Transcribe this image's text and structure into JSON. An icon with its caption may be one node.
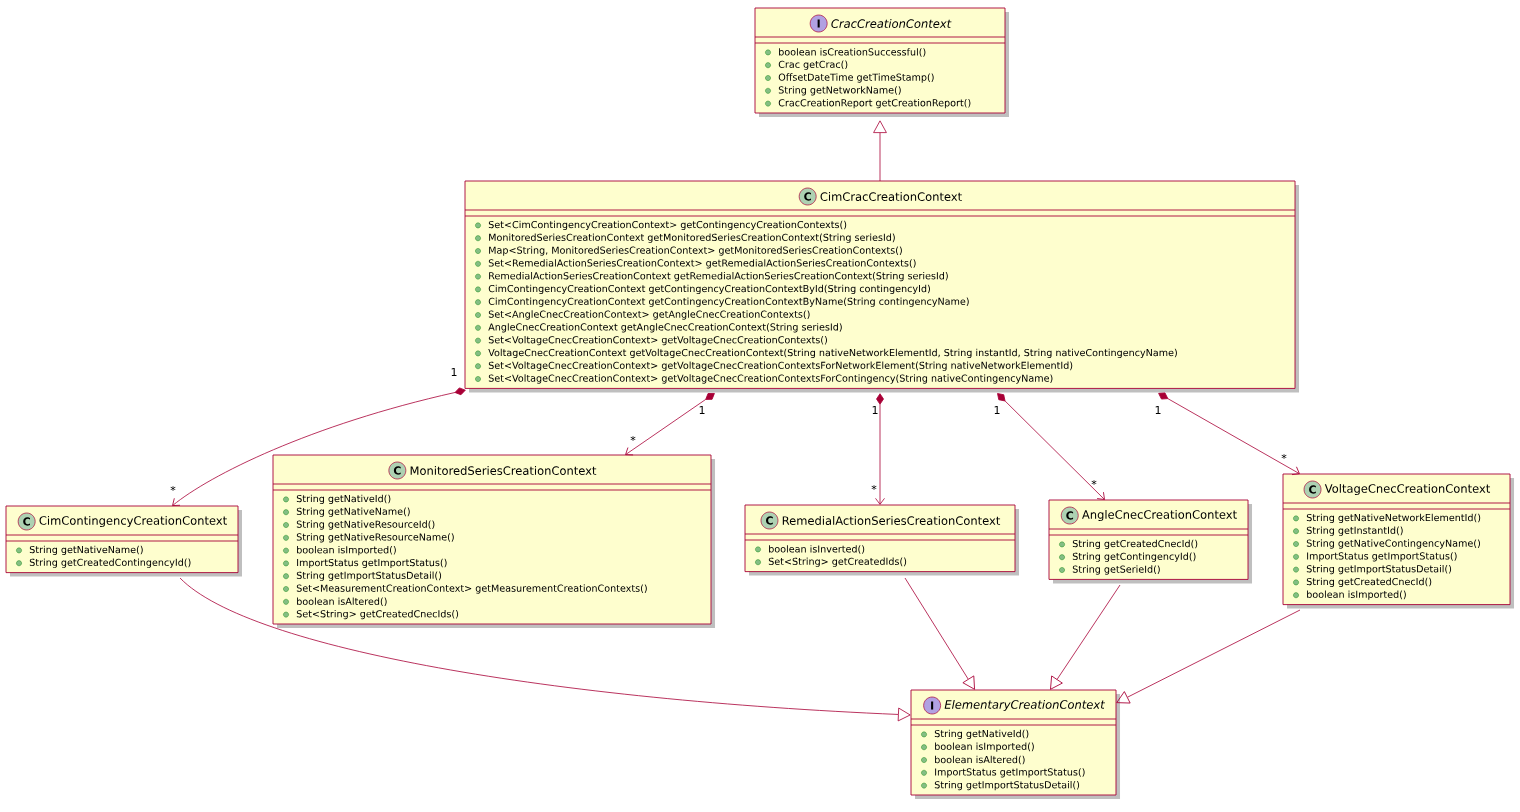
{
  "diagram": {
    "nodes": [
      {
        "text": [
          "I",
          "CracCreationContext",
          "boolean isCreationSuccessful()",
          "Crac getCrac()",
          "OffsetDateTime getTimeStamp()",
          "String getNetworkName()",
          "CracCreationReport getCreationReport()"
        ]
      },
      {
        "text": [
          "C",
          "CimCracCreationContext",
          "Set<CimContingencyCreationContext> getContingencyCreationContexts()",
          "MonitoredSeriesCreationContext getMonitoredSeriesCreationContext(String seriesId)",
          "Map<String, MonitoredSeriesCreationContext> getMonitoredSeriesCreationContexts()",
          "Set<RemedialActionSeriesCreationContext> getRemedialActionSeriesCreationContexts()",
          "RemedialActionSeriesCreationContext getRemedialActionSeriesCreationContext(String seriesId)",
          "CimContingencyCreationContext getContingencyCreationContextById(String contingencyId)",
          "CimContingencyCreationContext getContingencyCreationContextByName(String contingencyName)",
          "Set<AngleCnecCreationContext> getAngleCnecCreationContexts()",
          "AngleCnecCreationContext getAngleCnecCreationContext(String seriesId)",
          "Set<VoltageCnecCreationContext> getVoltageCnecCreationContexts()",
          "VoltageCnecCreationContext getVoltageCnecCreationContext(String nativeNetworkElementId, String instantId, String nativeContingencyName)",
          "Set<VoltageCnecCreationContext> getVoltageCnecCreationContextsForNetworkElement(String nativeNetworkElementId)",
          "Set<VoltageCnecCreationContext> getVoltageCnecCreationContextsForContingency(String nativeContingencyName)"
        ]
      },
      {
        "text": [
          "C",
          "CimContingencyCreationContext",
          "String getNativeName()",
          "String getCreatedContingencyId()"
        ]
      },
      {
        "text": [
          "C",
          "MonitoredSeriesCreationContext",
          "String getNativeId()",
          "String getNativeName()",
          "String getNativeResourceId()",
          "String getNativeResourceName()",
          "boolean isImported()",
          "ImportStatus getImportStatus()",
          "String getImportStatusDetail()",
          "Set<MeasurementCreationContext> getMeasurementCreationContexts()",
          "boolean isAltered()",
          "Set<String> getCreatedCnecIds()"
        ]
      },
      {
        "text": [
          "C",
          "RemedialActionSeriesCreationContext",
          "boolean isInverted()",
          "Set<String> getCreatedIds()"
        ]
      },
      {
        "text": [
          "C",
          "AngleCnecCreationContext",
          "String getCreatedCnecId()",
          "String getContingencyId()",
          "String getSerieId()"
        ]
      },
      {
        "text": [
          "C",
          "VoltageCnecCreationContext",
          "String getNativeNetworkElementId()",
          "String getInstantId()",
          "String getNativeContingencyName()",
          "ImportStatus getImportStatus()",
          "String getImportStatusDetail()",
          "String getCreatedCnecId()",
          "boolean isImported()"
        ]
      },
      {
        "text": [
          "I",
          "ElementaryCreationContext",
          "String getNativeId()",
          "boolean isImported()",
          "boolean isAltered()",
          "ImportStatus getImportStatus()",
          "String getImportStatusDetail()"
        ]
      }
    ],
    "edges": [
      {
        "from": 1,
        "to": 0,
        "arrow": "to"
      },
      {
        "from": 1,
        "to": 2,
        "arrow": "to"
      },
      {
        "from": 1,
        "to": 3,
        "arrow": "to"
      },
      {
        "from": 1,
        "to": 4,
        "arrow": "to"
      },
      {
        "from": 1,
        "to": 5,
        "arrow": "to"
      },
      {
        "from": 1,
        "to": 6,
        "arrow": "to"
      },
      {
        "from": 2,
        "to": 7,
        "arrow": "to"
      },
      {
        "from": 4,
        "to": 7,
        "arrow": "to"
      },
      {
        "from": 5,
        "to": 7,
        "arrow": "to"
      },
      {
        "from": 6,
        "to": 7,
        "arrow": "to"
      }
    ],
    "labels": [
      "1",
      "*",
      "1",
      "*",
      "1",
      "*",
      "1",
      "*",
      "1",
      "*"
    ]
  }
}
